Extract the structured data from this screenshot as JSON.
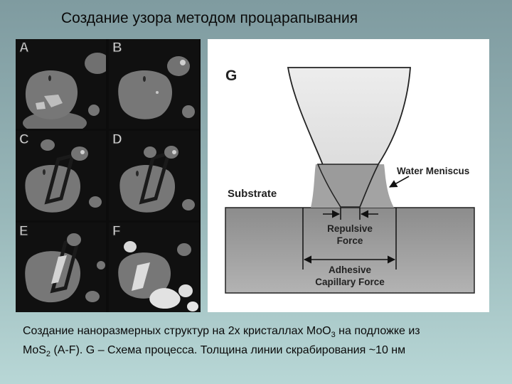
{
  "slide": {
    "title": "Создание узора методом процарапывания"
  },
  "panels": [
    {
      "label": "A"
    },
    {
      "label": "B"
    },
    {
      "label": "C"
    },
    {
      "label": "D"
    },
    {
      "label": "E"
    },
    {
      "label": "F"
    }
  ],
  "schematic": {
    "label": "G",
    "water_meniscus": "Water Meniscus",
    "substrate": "Substrate",
    "repulsive_1": "Repulsive",
    "repulsive_2": "Force",
    "adhesive_1": "Adhesive",
    "adhesive_2": "Capillary Force"
  },
  "caption": {
    "line1_a": "Создание наноразмерных структур на 2х кристаллах MoO",
    "line1_sub": "3",
    "line1_b": " на подложке из",
    "line2_a": "MoS",
    "line2_sub": "2",
    "line2_b": " (A-F). G – Схема процесса. Толщина линии скрабирования ~10 нм"
  },
  "colors": {
    "background_top": "#7f9ba0",
    "background_bottom": "#b8d7d6",
    "substrate": "#9a9a9a",
    "meniscus": "#a3a3a3",
    "tip": "#e6e6e6"
  }
}
